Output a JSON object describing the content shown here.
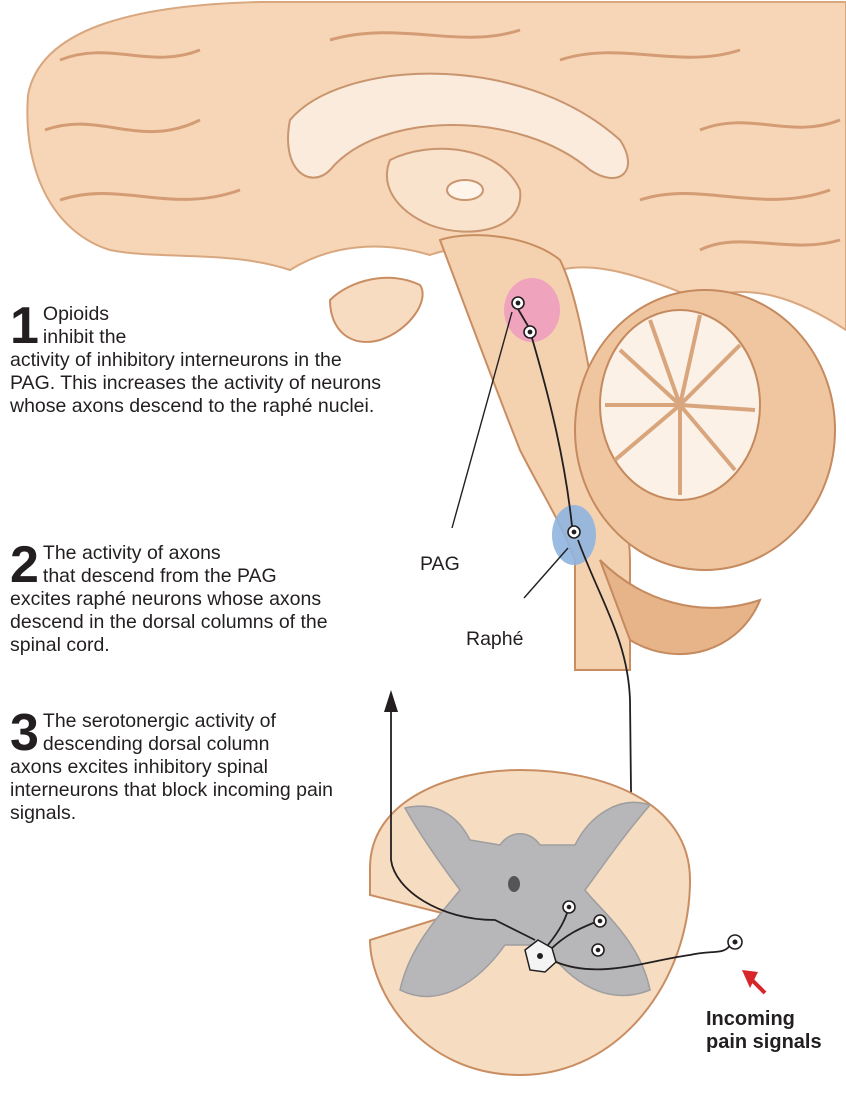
{
  "steps": [
    {
      "number": "1",
      "line1": "Opioids",
      "line2": "inhibit the",
      "rest": "activity of inhibitory interneurons in the PAG. This increases the activity of neurons whose axons descend to the raphé nuclei."
    },
    {
      "number": "2",
      "line1": "The activity of axons",
      "line2": "that descend from the PAG",
      "rest": "excites raphé neurons whose axons descend in the dorsal columns of the spinal cord."
    },
    {
      "number": "3",
      "line1": "The serotonergic activity of",
      "line2": "descending dorsal column",
      "rest": "axons excites inhibitory spinal interneurons that block incoming pain signals."
    }
  ],
  "labels": {
    "pag": "PAG",
    "raphe": "Raphé",
    "pain_line1": "Incoming",
    "pain_line2": "pain signals"
  },
  "colors": {
    "brain": "#f6dcc0",
    "brain_shadow": "#e0b08a",
    "pag_nucleus": "#ee9bbf",
    "raphe_nucleus": "#8fb4df",
    "gray_matter": "#b7b7b9",
    "arrow": "#d7262b"
  }
}
